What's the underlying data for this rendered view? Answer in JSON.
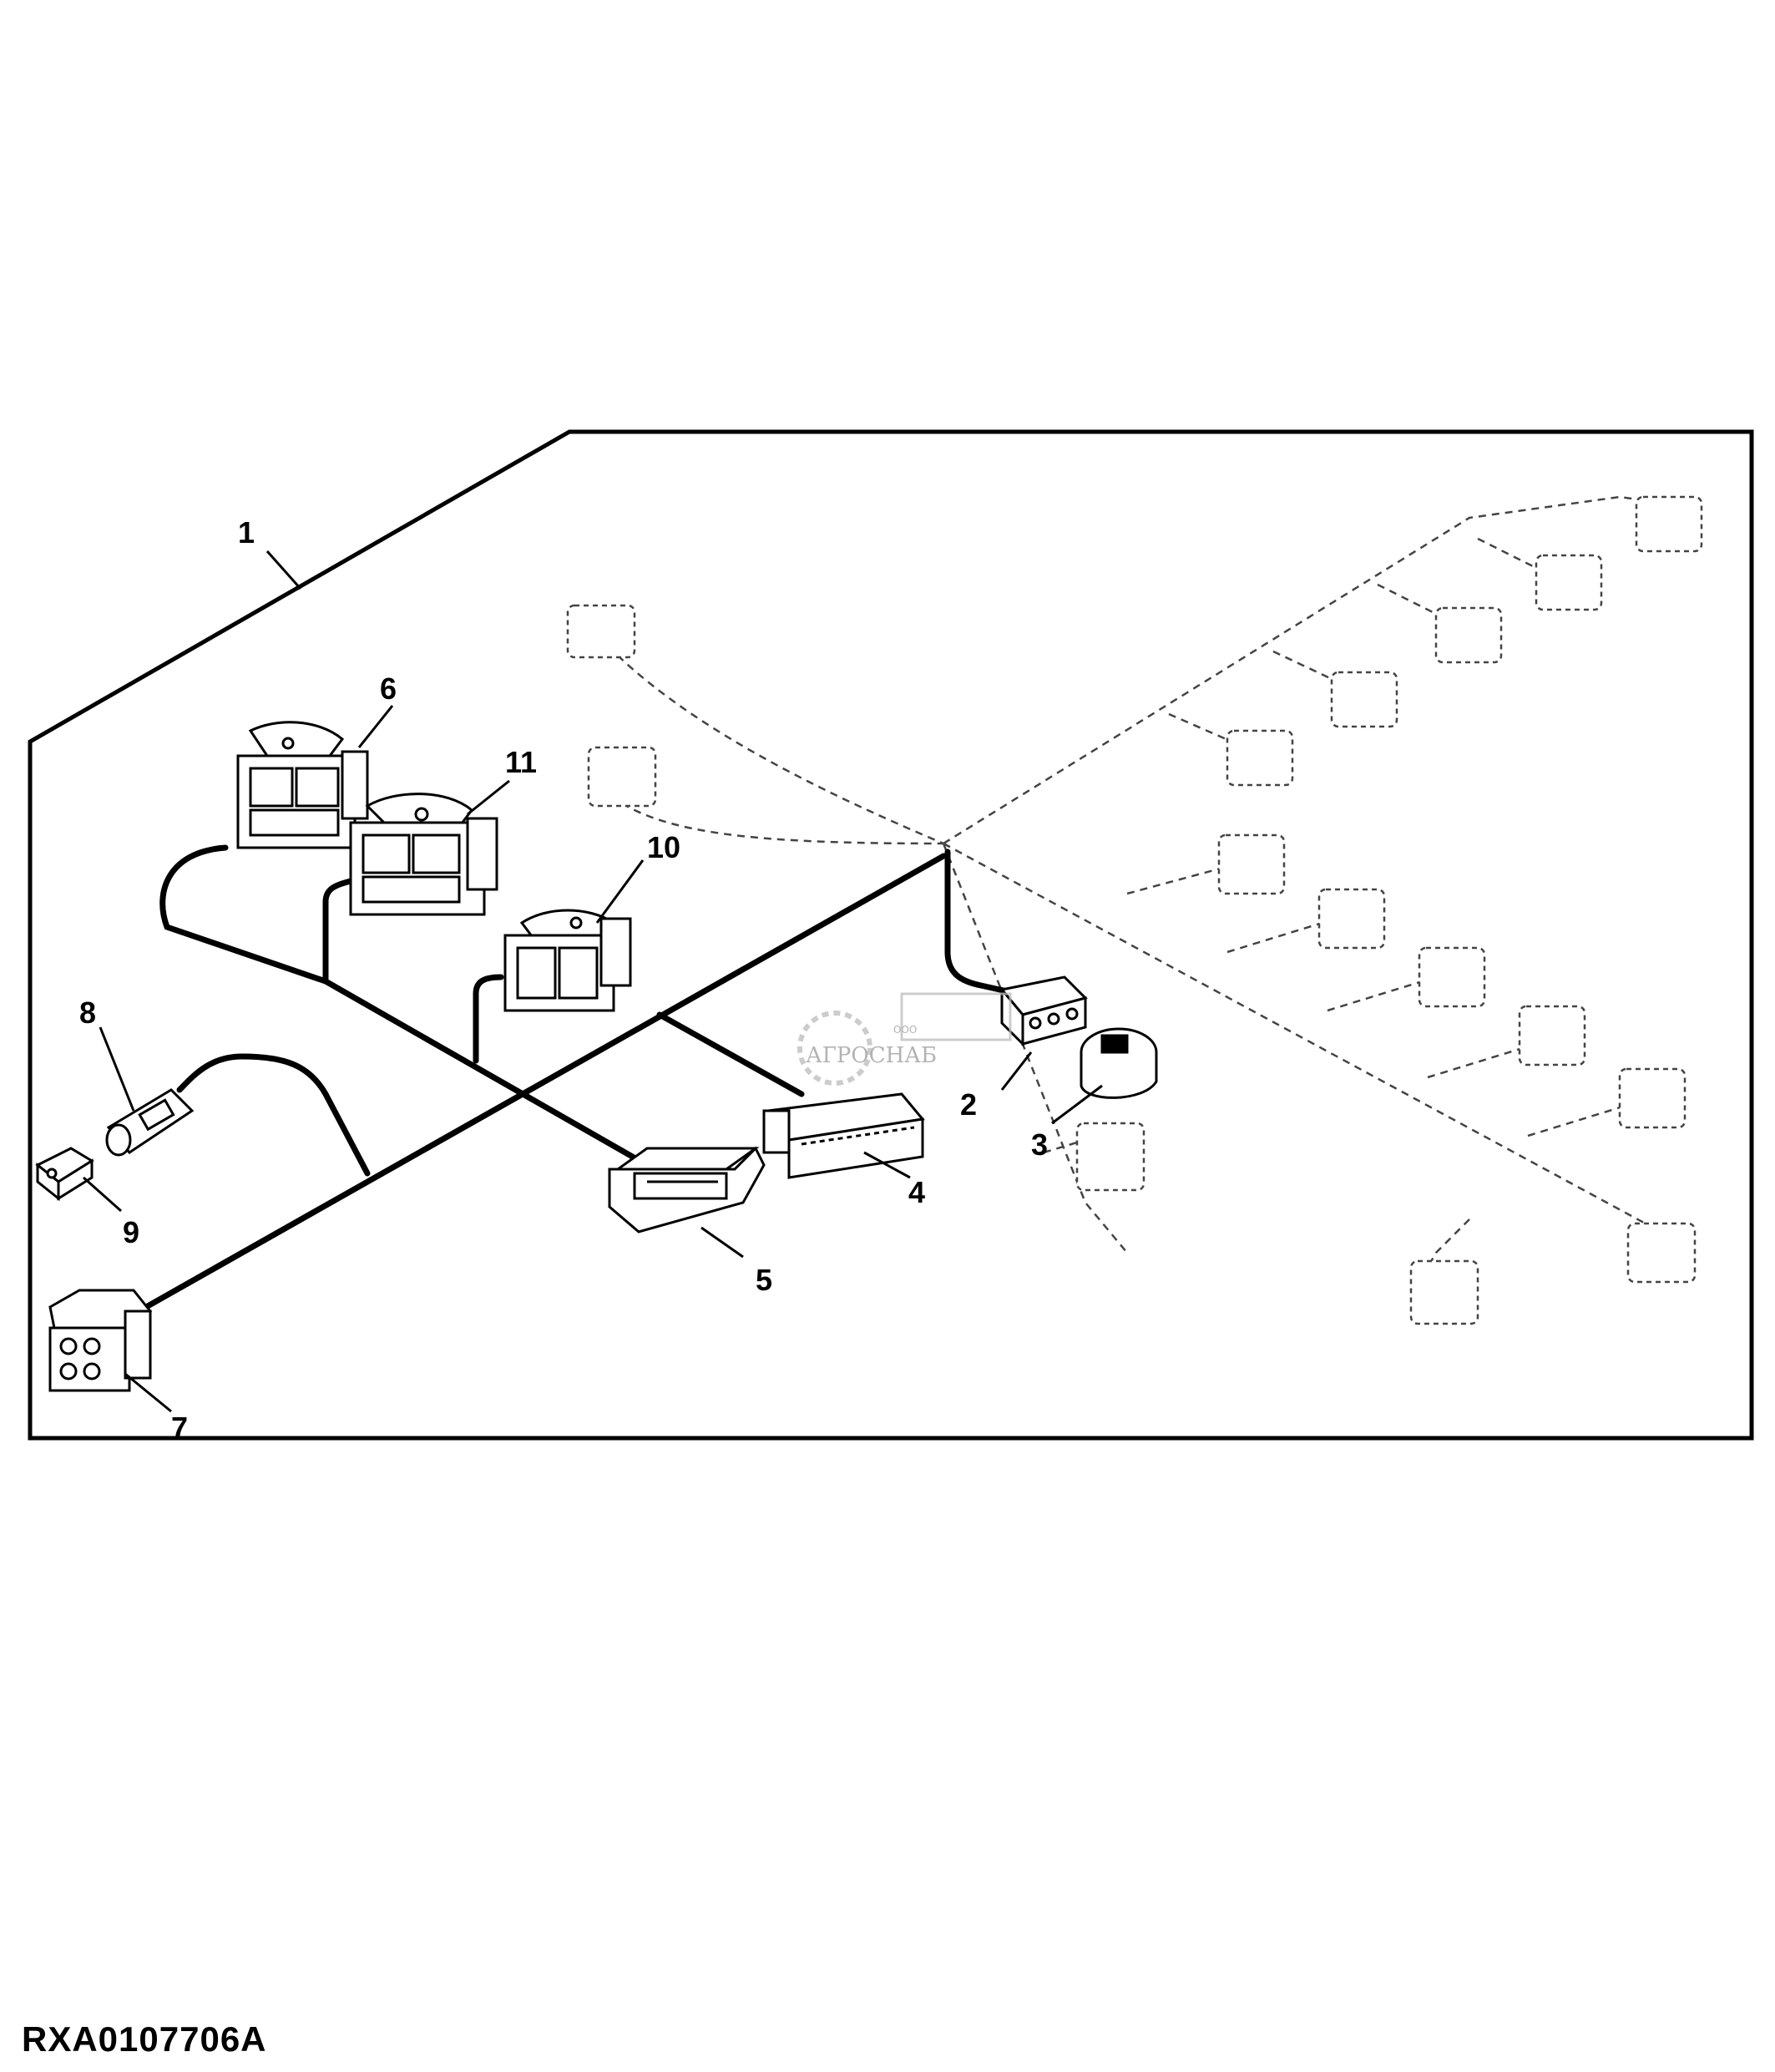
{
  "figure_id": "RXA0107706A",
  "callouts": [
    "1",
    "2",
    "3",
    "4",
    "5",
    "6",
    "7",
    "8",
    "9",
    "10",
    "11"
  ],
  "watermark": {
    "small": "ООО",
    "name": "АГРОСНАБ"
  },
  "colors": {
    "line": "#000000",
    "background": "#ffffff",
    "phantom": "#444444",
    "watermark": "#9a9a9a"
  }
}
